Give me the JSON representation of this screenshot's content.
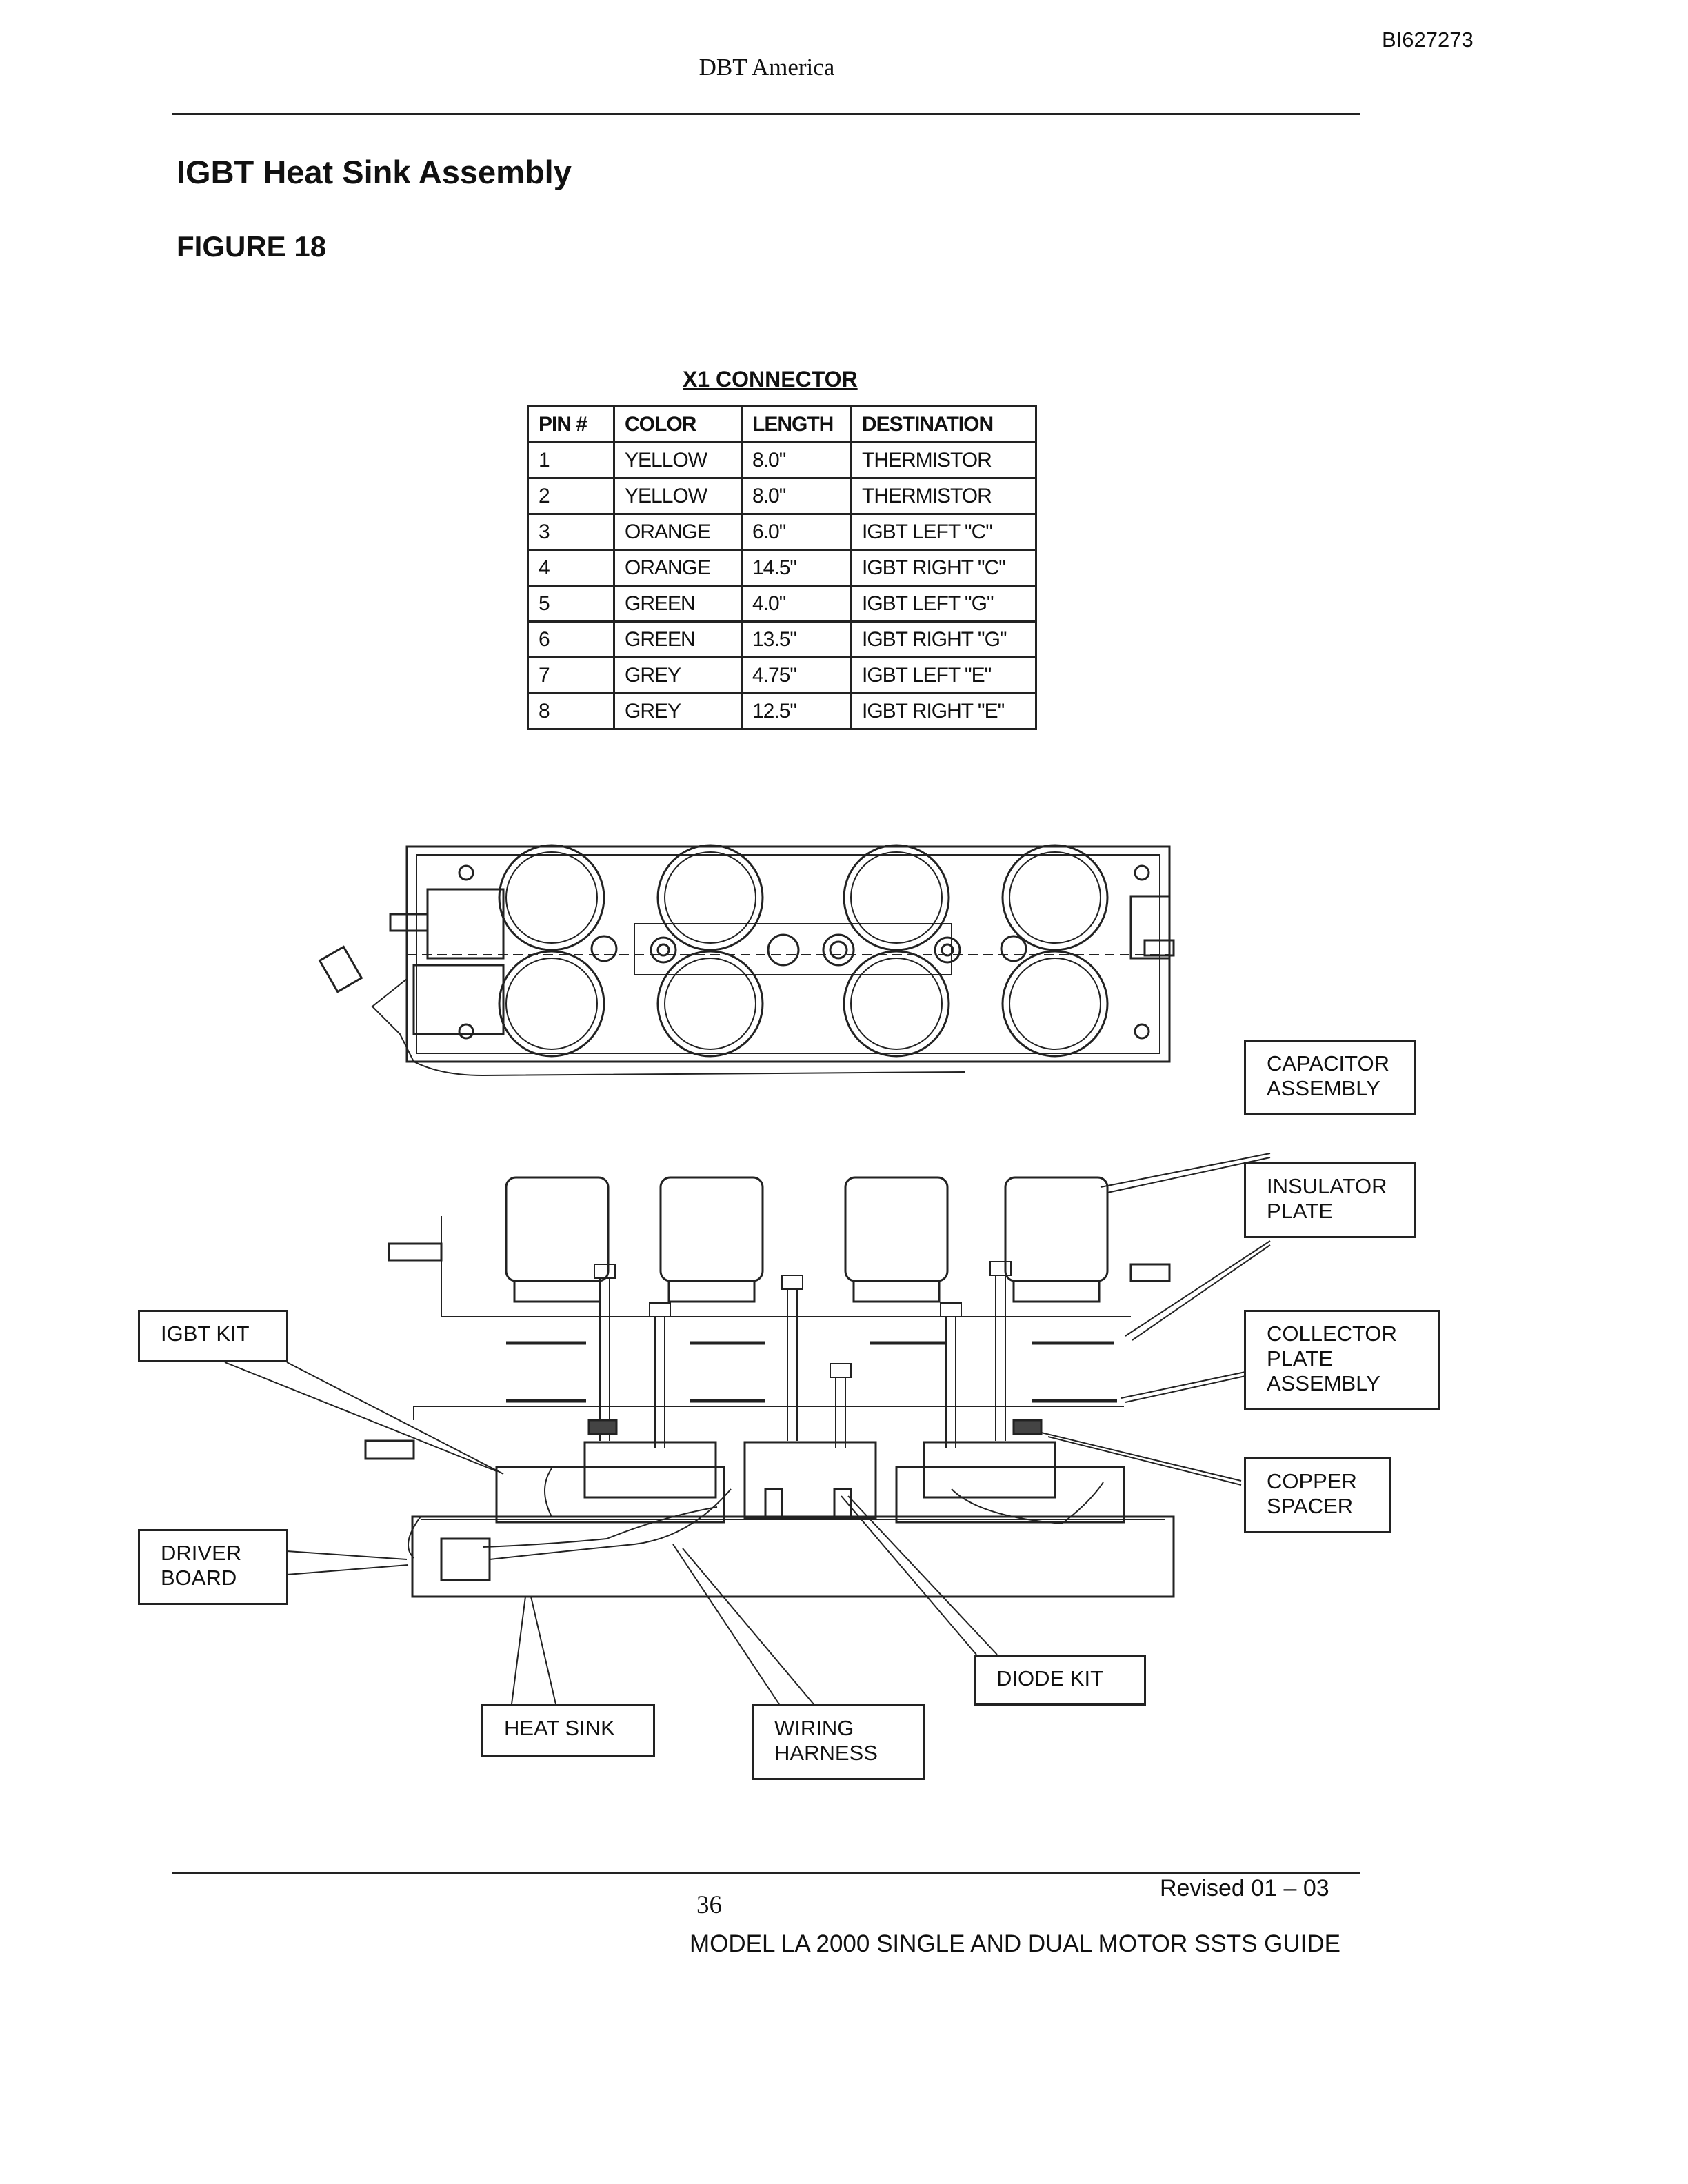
{
  "header": {
    "doc_id": "BI627273",
    "company": "DBT America"
  },
  "section": {
    "title": "IGBT Heat Sink Assembly",
    "figure": "FIGURE 18"
  },
  "connector_table": {
    "title": "X1 CONNECTOR",
    "columns": [
      "PIN #",
      "COLOR",
      "LENGTH",
      "DESTINATION"
    ],
    "rows": [
      [
        "1",
        "YELLOW",
        "8.0\"",
        "THERMISTOR"
      ],
      [
        "2",
        "YELLOW",
        "8.0\"",
        "THERMISTOR"
      ],
      [
        "3",
        "ORANGE",
        "6.0\"",
        "IGBT LEFT \"C\""
      ],
      [
        "4",
        "ORANGE",
        "14.5\"",
        "IGBT RIGHT \"C\""
      ],
      [
        "5",
        "GREEN",
        "4.0\"",
        "IGBT LEFT \"G\""
      ],
      [
        "6",
        "GREEN",
        "13.5\"",
        "IGBT RIGHT \"G\""
      ],
      [
        "7",
        "GREY",
        "4.75\"",
        "IGBT LEFT \"E\""
      ],
      [
        "8",
        "GREY",
        "12.5\"",
        "IGBT RIGHT \"E\""
      ]
    ]
  },
  "callouts": {
    "capacitor_assembly": [
      "CAPACITOR",
      "ASSEMBLY"
    ],
    "insulator_plate": [
      "INSULATOR",
      "PLATE"
    ],
    "collector_plate_assembly": [
      "COLLECTOR",
      "PLATE",
      "ASSEMBLY"
    ],
    "copper_spacer": [
      "COPPER",
      "SPACER"
    ],
    "igbt_kit": [
      "IGBT KIT"
    ],
    "driver_board": [
      "DRIVER",
      "BOARD"
    ],
    "heat_sink": [
      "HEAT SINK"
    ],
    "wiring_harness": [
      "WIRING",
      "HARNESS"
    ],
    "diode_kit": [
      "DIODE KIT"
    ]
  },
  "footer": {
    "page_number": "36",
    "revised": "Revised 01 – 03",
    "guide_title": "MODEL LA 2000 SINGLE AND DUAL MOTOR SSTS GUIDE"
  }
}
